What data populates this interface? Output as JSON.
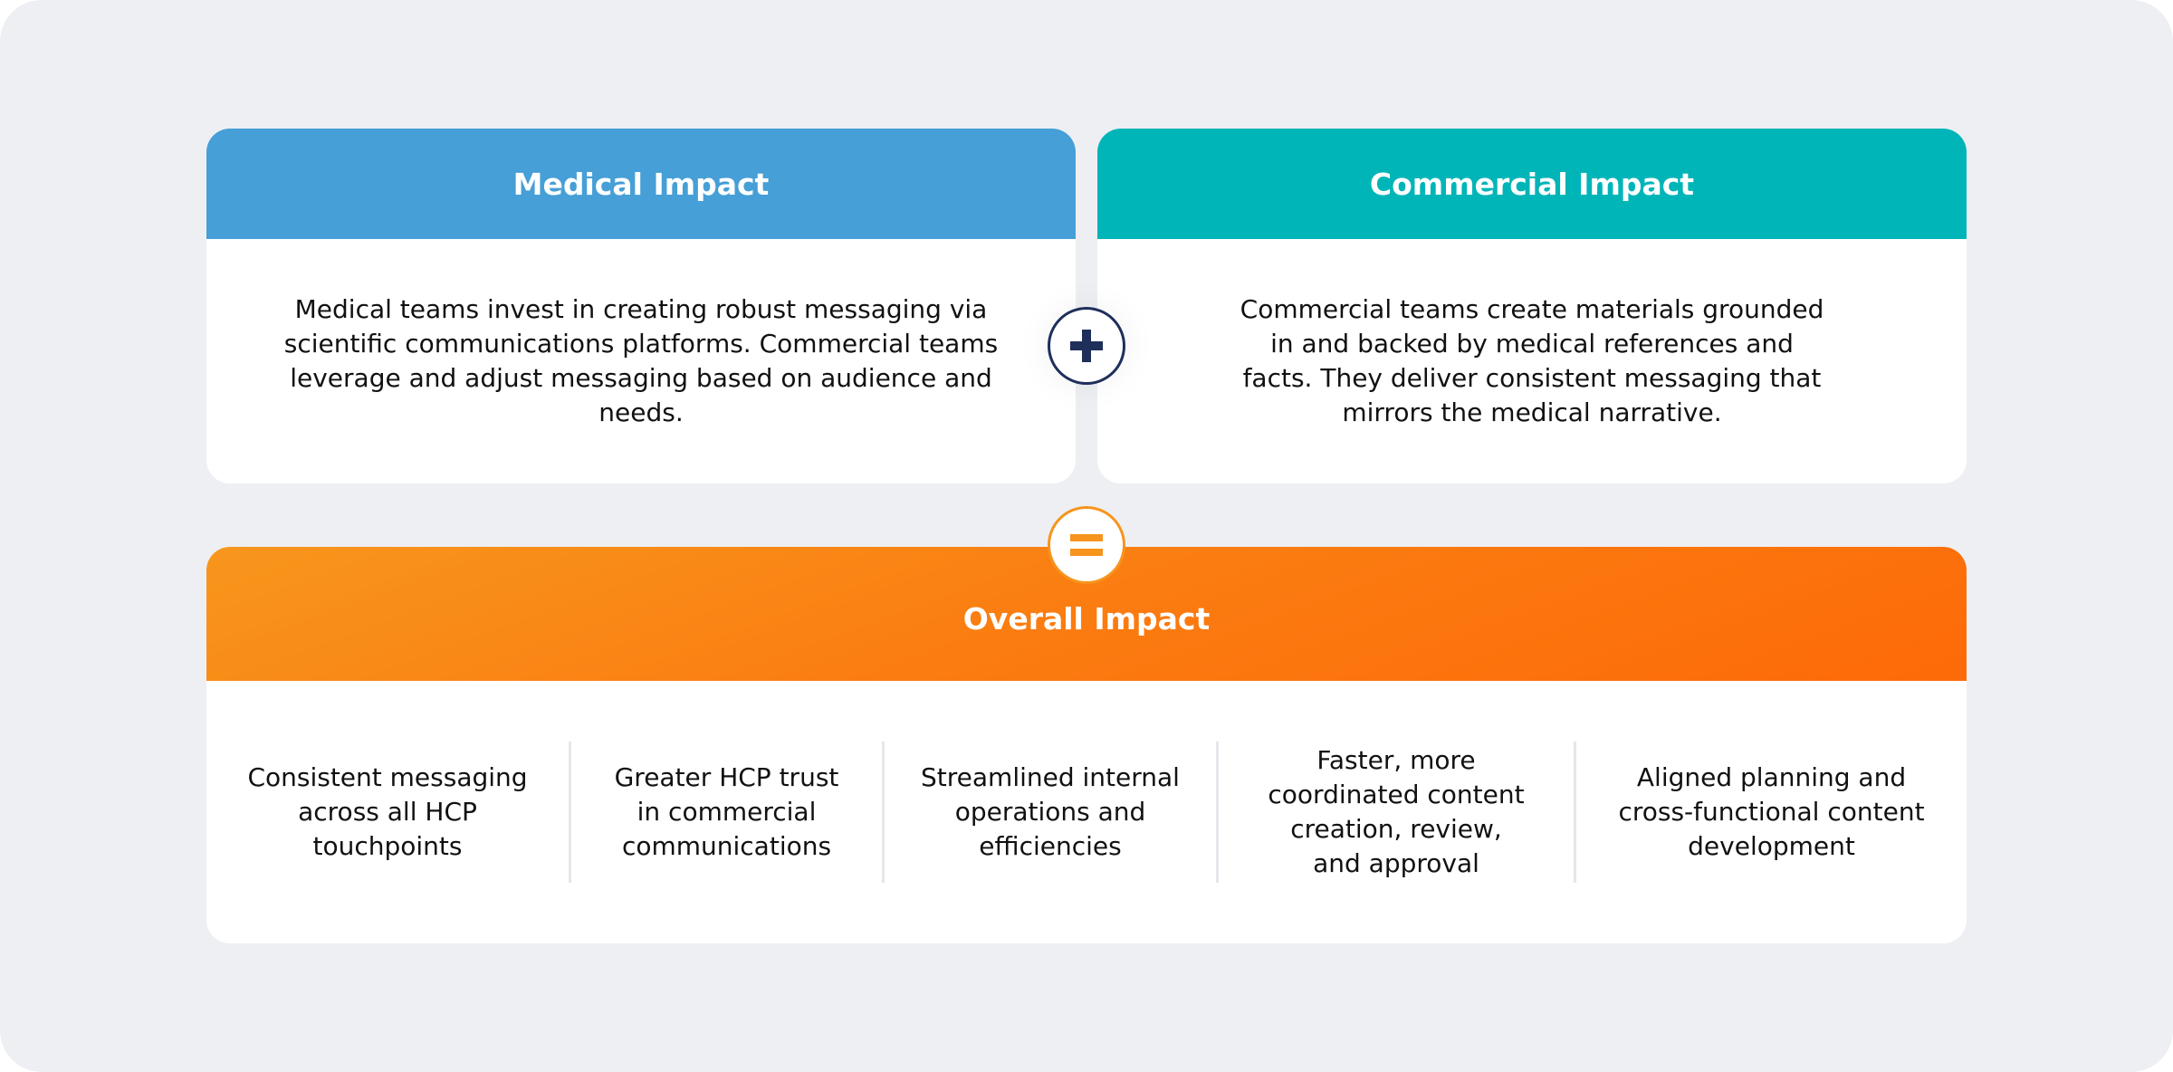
{
  "medical": {
    "title": "Medical Impact",
    "text": "Medical teams invest in creating robust messaging via scientific communications platforms. Commercial teams leverage and adjust messaging based on audience and needs."
  },
  "commercial": {
    "title": "Commercial Impact",
    "text": "Commercial teams create materials grounded in and backed by medical references and facts. They deliver consistent messaging that mirrors the medical narrative."
  },
  "overall": {
    "title": "Overall Impact",
    "items": [
      "Consistent messaging across all HCP touchpoints",
      "Greater HCP trust in commercial communications",
      "Streamlined internal operations and efficiencies",
      "Faster, more coordinated content creation, review, and approval",
      "Aligned planning and cross-functional content development"
    ]
  },
  "colors": {
    "medical": "#469fd6",
    "commercial": "#00b5b8",
    "overall": "#f98a16",
    "plus": "#1e2f5a",
    "equals": "#f7941d"
  }
}
